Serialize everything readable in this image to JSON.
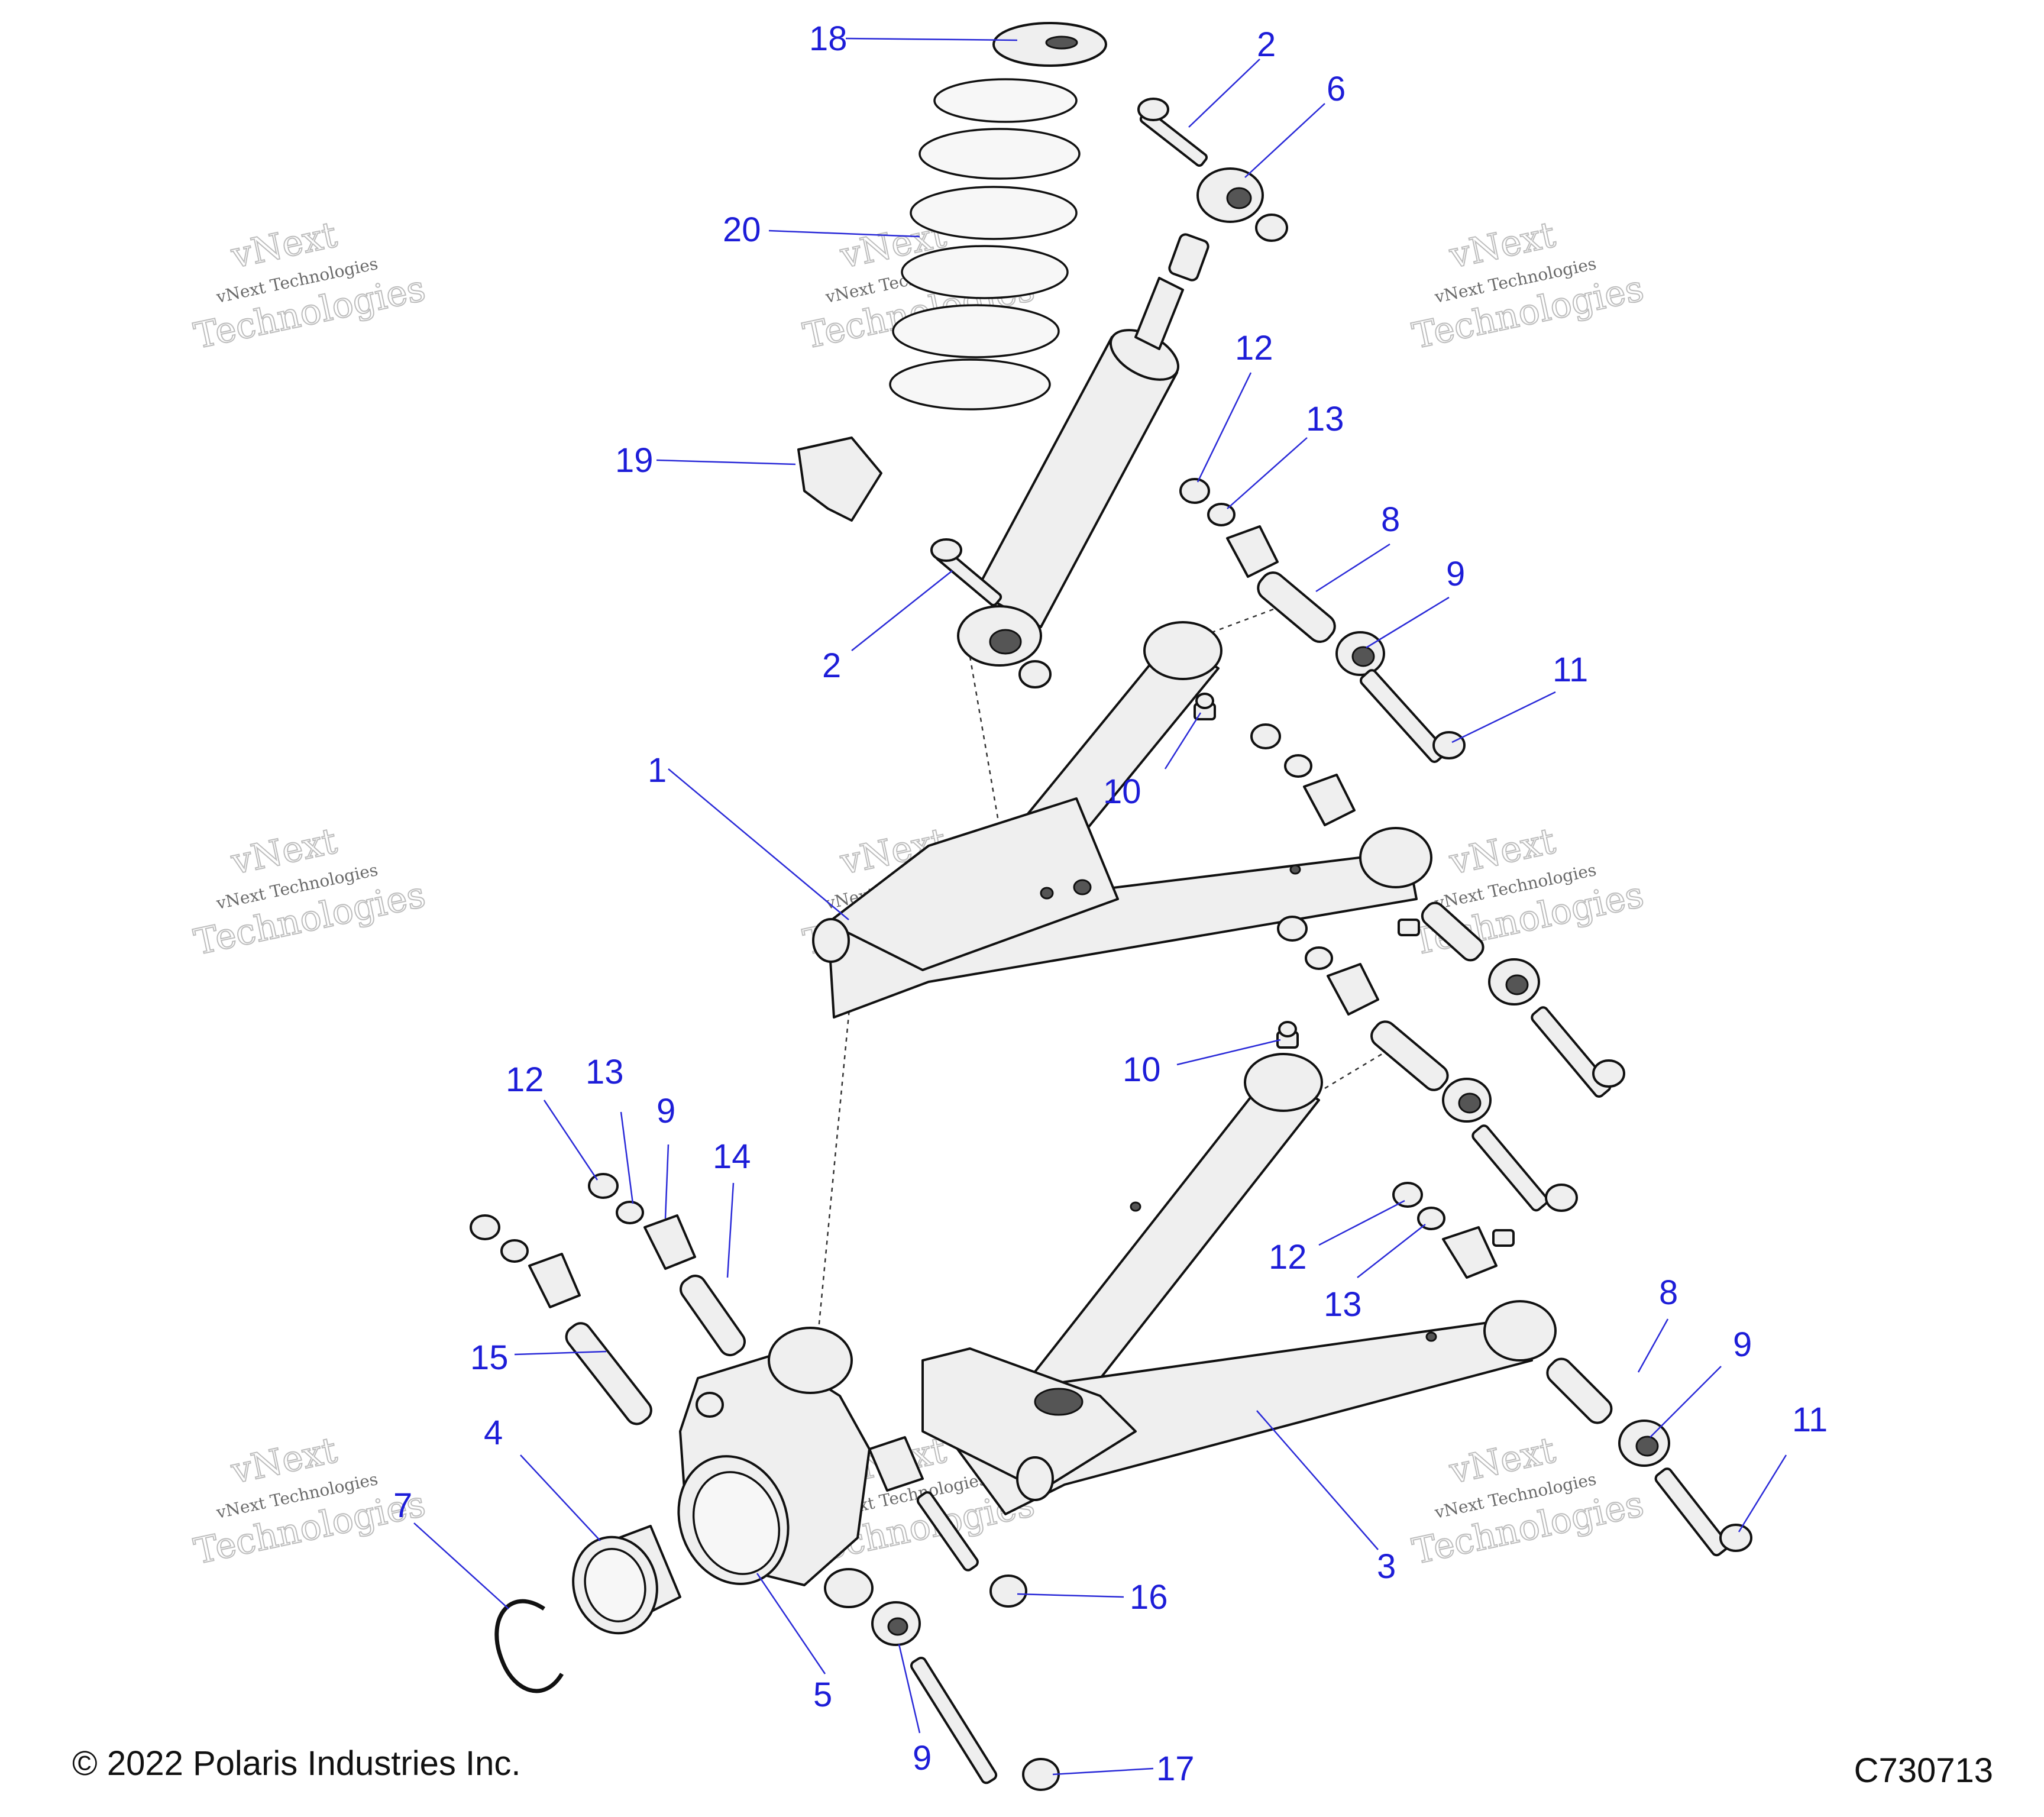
{
  "callouts": [
    {
      "id": "c18",
      "text": "18"
    },
    {
      "id": "c2a",
      "text": "2"
    },
    {
      "id": "c6",
      "text": "6"
    },
    {
      "id": "c20",
      "text": "20"
    },
    {
      "id": "c12a",
      "text": "12"
    },
    {
      "id": "c13a",
      "text": "13"
    },
    {
      "id": "c19",
      "text": "19"
    },
    {
      "id": "c8a",
      "text": "8"
    },
    {
      "id": "c9a",
      "text": "9"
    },
    {
      "id": "c2b",
      "text": "2"
    },
    {
      "id": "c11a",
      "text": "11"
    },
    {
      "id": "c1",
      "text": "1"
    },
    {
      "id": "c10a",
      "text": "10"
    },
    {
      "id": "c10b",
      "text": "10"
    },
    {
      "id": "c12b",
      "text": "12"
    },
    {
      "id": "c13b",
      "text": "13"
    },
    {
      "id": "c9b",
      "text": "9"
    },
    {
      "id": "c14",
      "text": "14"
    },
    {
      "id": "c12c",
      "text": "12"
    },
    {
      "id": "c13c",
      "text": "13"
    },
    {
      "id": "c8b",
      "text": "8"
    },
    {
      "id": "c9c",
      "text": "9"
    },
    {
      "id": "c15",
      "text": "15"
    },
    {
      "id": "c4",
      "text": "4"
    },
    {
      "id": "c11b",
      "text": "11"
    },
    {
      "id": "c7",
      "text": "7"
    },
    {
      "id": "c3",
      "text": "3"
    },
    {
      "id": "c16",
      "text": "16"
    },
    {
      "id": "c5",
      "text": "5"
    },
    {
      "id": "c9d",
      "text": "9"
    },
    {
      "id": "c17",
      "text": "17"
    }
  ],
  "watermark": {
    "line1": "vNext",
    "line2": "vNext Technologies",
    "line3": "Technologies"
  },
  "footer": {
    "copyright": "© 2022 Polaris Industries Inc.",
    "diagram_code": "C730713"
  }
}
